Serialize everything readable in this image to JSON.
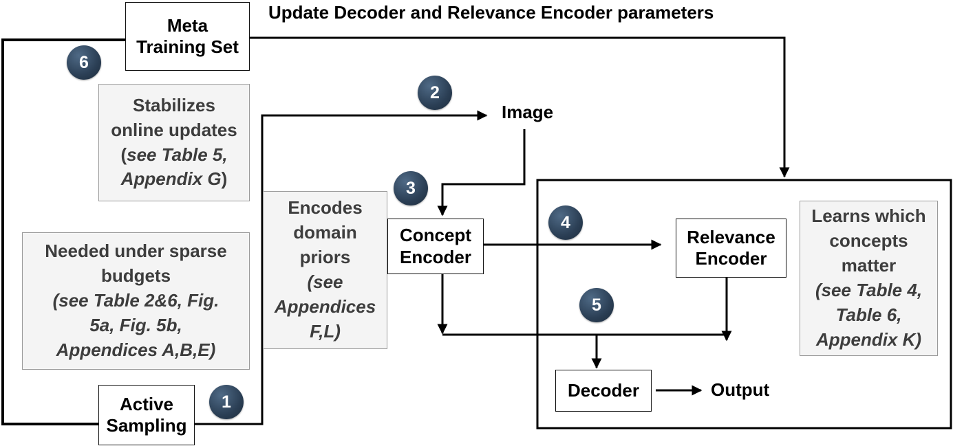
{
  "header": {
    "update_label": "Update Decoder and Relevance Encoder parameters"
  },
  "boxes": {
    "meta_training_set": [
      "Meta",
      "Training Set"
    ],
    "active_sampling": [
      "Active",
      "Sampling"
    ],
    "concept_encoder": [
      "Concept",
      "Encoder"
    ],
    "relevance_encoder": [
      "Relevance",
      "Encoder"
    ],
    "decoder": "Decoder"
  },
  "labels": {
    "image": "Image",
    "output": "Output"
  },
  "badges": [
    "1",
    "2",
    "3",
    "4",
    "5",
    "6"
  ],
  "notes": {
    "stabilizes": {
      "lines": [
        "Stabilizes",
        "online updates"
      ],
      "ref_prefix": "(",
      "ref": [
        "see Table 5,",
        "Appendix G"
      ],
      "ref_suffix": ")"
    },
    "sparse": {
      "lines": [
        "Needed under sparse",
        "budgets"
      ],
      "ref": [
        "(see Table 2&6, Fig.",
        "5a, Fig. 5b,",
        "Appendices A,B,E)"
      ]
    },
    "priors": {
      "lines": [
        "Encodes",
        "domain",
        "priors"
      ],
      "ref": [
        "(see",
        "Appendices",
        "F,L)"
      ]
    },
    "learns": {
      "lines": [
        "Learns which",
        "concepts",
        "matter"
      ],
      "ref": [
        "(see Table 4,",
        "Table 6,",
        "Appendix K)"
      ]
    }
  },
  "colors": {
    "badge": "#2b3f55",
    "note_bg": "#f4f4f4",
    "note_border": "#9a9a9a",
    "note_text": "#3d3d3d",
    "line": "#000000"
  }
}
